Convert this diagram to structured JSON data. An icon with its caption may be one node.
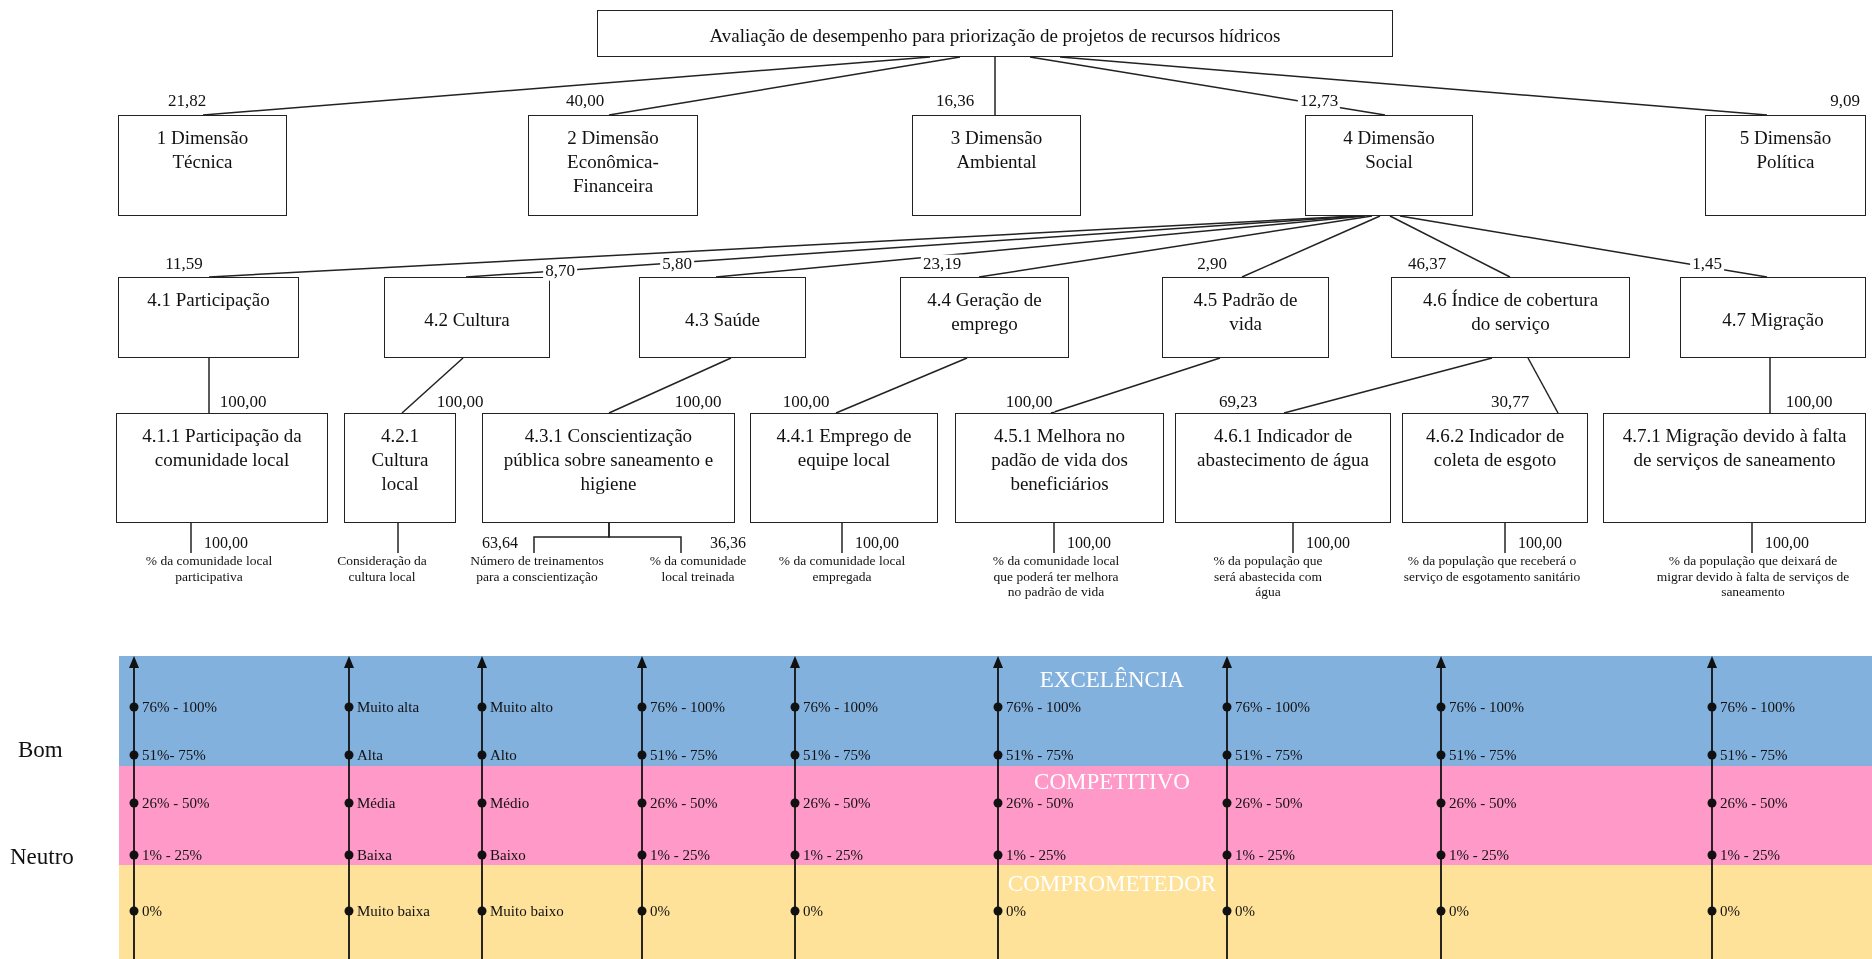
{
  "diagram": {
    "nodes": [
      {
        "text": [
          "Avaliação de desempenho para priorização de projetos de recursos hídricos"
        ]
      },
      {
        "text": [
          "1 Dimensão Técnica"
        ]
      },
      {
        "text": [
          "2 Dimensão Econômica-Financeira"
        ]
      },
      {
        "text": [
          "3 Dimensão Ambiental"
        ]
      },
      {
        "text": [
          "4 Dimensão Social"
        ]
      },
      {
        "text": [
          "5 Dimensão Política"
        ]
      },
      {
        "text": [
          "4.1 Participação"
        ]
      },
      {
        "text": [
          "4.2 Cultura"
        ]
      },
      {
        "text": [
          "4.3 Saúde"
        ]
      },
      {
        "text": [
          "4.4 Geração de emprego"
        ]
      },
      {
        "text": [
          "4.5 Padrão de vida"
        ]
      },
      {
        "text": [
          "4.6 Índice de cobertura do serviço"
        ]
      },
      {
        "text": [
          "4.7 Migração"
        ]
      },
      {
        "text": [
          "4.1.1 Participação da comunidade local"
        ]
      },
      {
        "text": [
          "4.2.1 Cultura local"
        ]
      },
      {
        "text": [
          "4.3.1 Conscientização pública sobre saneamento e higiene"
        ]
      },
      {
        "text": [
          "4.4.1 Emprego de equipe local"
        ]
      },
      {
        "text": [
          "4.5.1 Melhora no padão de vida dos beneficiários"
        ]
      },
      {
        "text": [
          "4.6.1 Indicador de abastecimento de água"
        ]
      },
      {
        "text": [
          "4.6.2 Indicador de coleta de esgoto"
        ]
      },
      {
        "text": [
          "4.7.1 Migração devido à falta de serviços de saneamento"
        ]
      },
      {
        "text": [
          "% da comunidade local participativa"
        ]
      },
      {
        "text": [
          "Consideração da cultura local"
        ]
      },
      {
        "text": [
          "Número de treinamentos para a conscientização"
        ]
      },
      {
        "text": [
          "% da comunidade local treinada"
        ]
      },
      {
        "text": [
          "% da comunidade local empregada"
        ]
      },
      {
        "text": [
          "% da comunidade local que poderá ter melhora no padrão de vida"
        ]
      },
      {
        "text": [
          "% da população que será abastecida com água"
        ]
      },
      {
        "text": [
          "% da população que receberá o serviço de esgotamento sanitário"
        ]
      },
      {
        "text": [
          "% da população que deixará de migrar devido à falta de serviços de saneamento"
        ]
      }
    ],
    "edges": [
      {
        "from": 0,
        "to": 1,
        "arrow": "none",
        "label": "21,82"
      },
      {
        "from": 0,
        "to": 2,
        "arrow": "none",
        "label": "40,00"
      },
      {
        "from": 0,
        "to": 3,
        "arrow": "none",
        "label": "16,36"
      },
      {
        "from": 0,
        "to": 4,
        "arrow": "none",
        "label": "12,73"
      },
      {
        "from": 0,
        "to": 5,
        "arrow": "none",
        "label": "9,09"
      },
      {
        "from": 4,
        "to": 6,
        "arrow": "none",
        "label": "11,59"
      },
      {
        "from": 4,
        "to": 7,
        "arrow": "none",
        "label": "8,70"
      },
      {
        "from": 4,
        "to": 8,
        "arrow": "none",
        "label": "5,80"
      },
      {
        "from": 4,
        "to": 9,
        "arrow": "none",
        "label": "23,19"
      },
      {
        "from": 4,
        "to": 10,
        "arrow": "none",
        "label": "2,90"
      },
      {
        "from": 4,
        "to": 11,
        "arrow": "none",
        "label": "46,37"
      },
      {
        "from": 4,
        "to": 12,
        "arrow": "none",
        "label": "1,45"
      },
      {
        "from": 6,
        "to": 13,
        "arrow": "none",
        "label": "100,00"
      },
      {
        "from": 7,
        "to": 14,
        "arrow": "none",
        "label": "100,00"
      },
      {
        "from": 8,
        "to": 15,
        "arrow": "none",
        "label": "100,00"
      },
      {
        "from": 9,
        "to": 16,
        "arrow": "none",
        "label": "100,00"
      },
      {
        "from": 10,
        "to": 17,
        "arrow": "none",
        "label": "100,00"
      },
      {
        "from": 11,
        "to": 18,
        "arrow": "none",
        "label": "69,23"
      },
      {
        "from": 11,
        "to": 19,
        "arrow": "none",
        "label": "30,77"
      },
      {
        "from": 12,
        "to": 20,
        "arrow": "none",
        "label": "100,00"
      },
      {
        "from": 13,
        "to": 21,
        "arrow": "none",
        "label": "100,00"
      },
      {
        "from": 14,
        "to": 22,
        "arrow": "none"
      },
      {
        "from": 15,
        "to": 23,
        "arrow": "none",
        "label": "63,64"
      },
      {
        "from": 15,
        "to": 24,
        "arrow": "none",
        "label": "36,36"
      },
      {
        "from": 16,
        "to": 25,
        "arrow": "none",
        "label": "100,00"
      },
      {
        "from": 17,
        "to": 26,
        "arrow": "none",
        "label": "100,00"
      },
      {
        "from": 18,
        "to": 27,
        "arrow": "none",
        "label": "100,00"
      },
      {
        "from": 19,
        "to": 28,
        "arrow": "none",
        "label": "100,00"
      },
      {
        "from": 20,
        "to": 29,
        "arrow": "none",
        "label": "100,00"
      }
    ],
    "labels": [
      "Bom",
      "Neutro",
      "EXCELÊNCIA",
      "COMPETITIVO",
      "COMPROMETEDOR",
      "76% - 100%",
      "51%- 75%",
      "26% - 50%",
      "1% - 25%",
      "0%",
      "Muito alta",
      "Alta",
      "Média",
      "Baixa",
      "Muito baixa",
      "Muito alto",
      "Alto",
      "Médio",
      "Baixo",
      "Muito baixo",
      "76% - 100%",
      "51% - 75%",
      "26% - 50%",
      "1% - 25%",
      "0%",
      "76% - 100%",
      "51% - 75%",
      "26% - 50%",
      "1% - 25%",
      "0%",
      "76% - 100%",
      "51% - 75%",
      "26% - 50%",
      "1% - 25%",
      "0%",
      "76% - 100%",
      "51% - 75%",
      "26% - 50%",
      "1% - 25%",
      "0%",
      "76% - 100%",
      "51% - 75%",
      "26% - 50%",
      "1% - 25%",
      "0%",
      "76% - 100%",
      "51% - 75%",
      "26% - 50%",
      "1% - 25%",
      "0%"
    ]
  }
}
